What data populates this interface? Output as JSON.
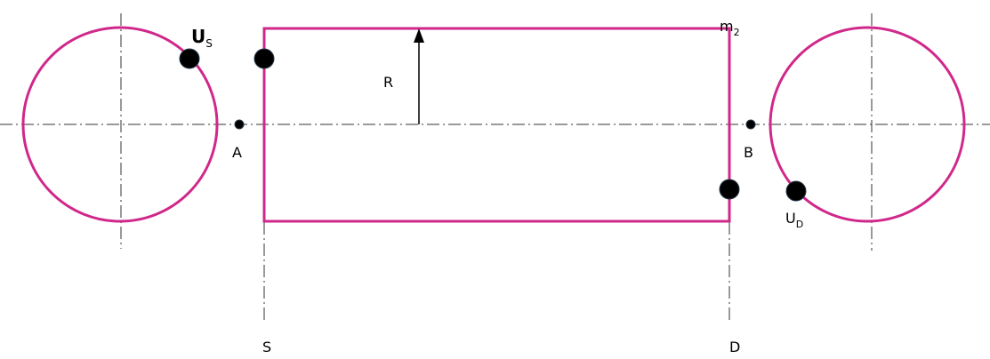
{
  "colors": {
    "outline": "#d0288a",
    "ink": "#000000",
    "centerline": "#333333"
  },
  "labels": {
    "us_main": "U",
    "us_sub": "S",
    "ud_main": "U",
    "ud_sub": "D",
    "m_main": "m",
    "m_sub": "2",
    "radius": "R",
    "point_a": "A",
    "point_b": "B",
    "plane_s": "S",
    "plane_d": "D"
  }
}
